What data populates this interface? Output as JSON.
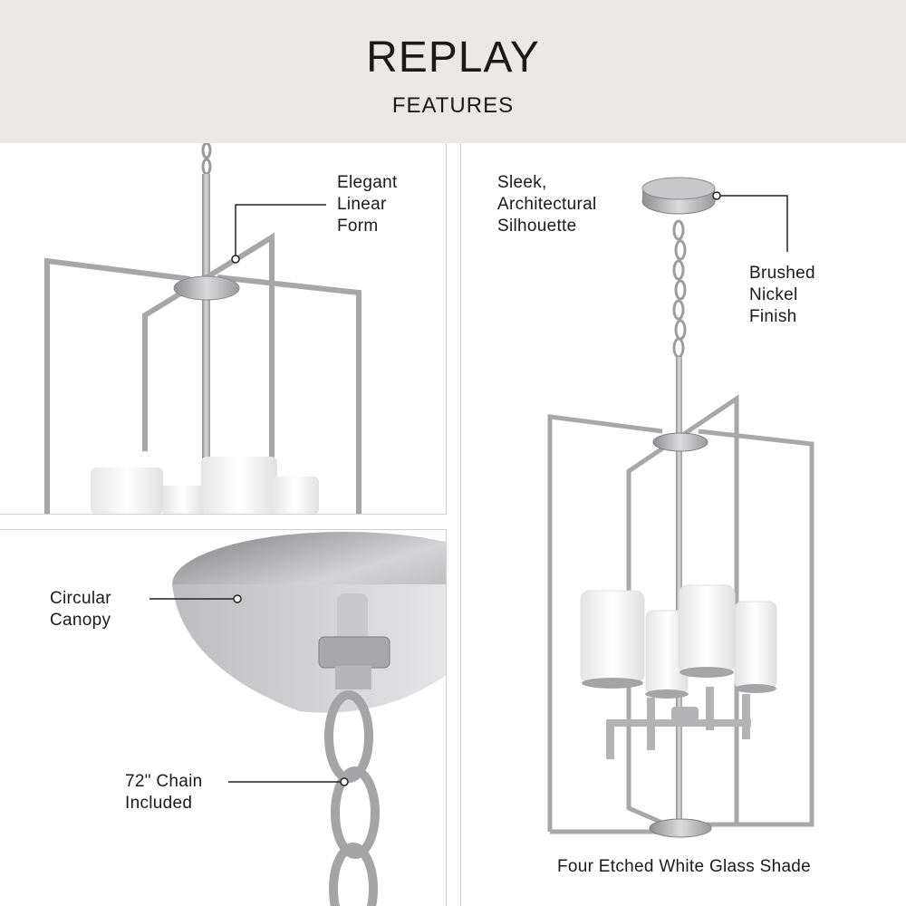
{
  "header": {
    "title": "REPLAY",
    "subtitle": "FEATURES"
  },
  "panels": {
    "linear_form": {
      "label": "Elegant\nLinear\nForm"
    },
    "canopy": {
      "canopy_label": "Circular\nCanopy",
      "chain_label": "72\" Chain\nIncluded"
    },
    "full_view": {
      "silhouette_label": "Sleek,\nArchitectural\nSilhouette",
      "finish_label": "Brushed\nNickel\nFinish",
      "shade_label": "Four Etched White Glass Shade"
    }
  },
  "colors": {
    "header_bg": "#ece8e4",
    "nickel": "#b9b9bb",
    "glass": "#f2f2f2",
    "callout": "#222222"
  }
}
